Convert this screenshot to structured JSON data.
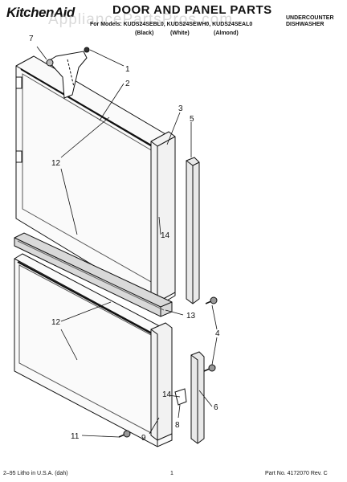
{
  "header": {
    "brand": "KitchenAid",
    "title": "DOOR AND PANEL PARTS",
    "subtitle": "For Models: KUDS24SEBL0, KUDS24SEWH0, KUDS24SEAL0",
    "colors": [
      "(Black)",
      "(White)",
      "(Almond)"
    ],
    "category_line1": "UNDERCOUNTER",
    "category_line2": "DISHWASHER",
    "watermark": "AppliancePartsPros.com"
  },
  "callouts": {
    "c1": "1",
    "c2": "2",
    "c3": "3",
    "c4": "4",
    "c5": "5",
    "c6": "6",
    "c7": "7",
    "c8": "8",
    "c9": "9",
    "c11": "11",
    "c12a": "12",
    "c12b": "12",
    "c13": "13",
    "c14a": "14",
    "c14b": "14"
  },
  "footer": {
    "left": "2–95 Litho in U.S.A. (dah)",
    "page": "1",
    "part_no": "Part No. 4172070 Rev. C"
  }
}
